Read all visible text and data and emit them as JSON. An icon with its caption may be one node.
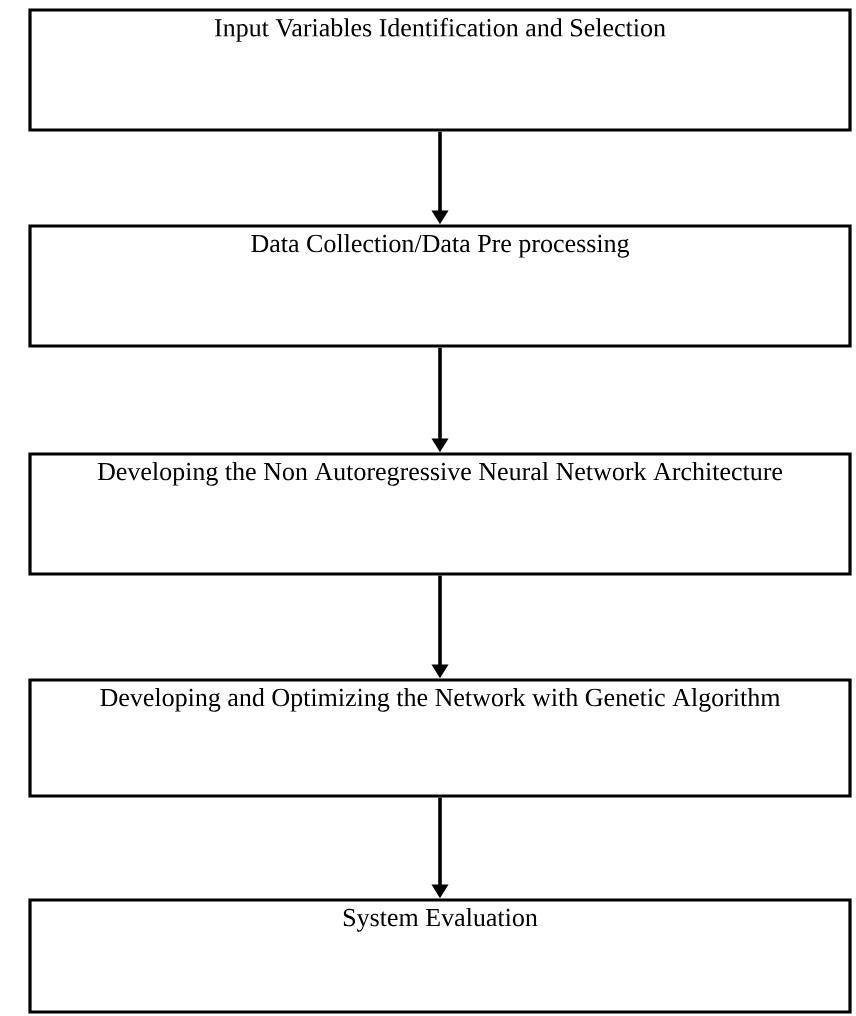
{
  "diagram": {
    "nodes": [
      {
        "text": [
          "Input Variables Identification and Selection"
        ]
      },
      {
        "text": [
          "Data Collection/Data Pre processing"
        ]
      },
      {
        "text": [
          "Developing the Non Autoregressive Neural Network Architecture"
        ]
      },
      {
        "text": [
          "Developing and Optimizing the Network with Genetic Algorithm"
        ]
      },
      {
        "text": [
          "System Evaluation"
        ]
      }
    ],
    "edges": [
      {
        "from": 0,
        "to": 1,
        "arrow": "to"
      },
      {
        "from": 1,
        "to": 2,
        "arrow": "to"
      },
      {
        "from": 2,
        "to": 3,
        "arrow": "to"
      },
      {
        "from": 3,
        "to": 4,
        "arrow": "to"
      }
    ]
  }
}
